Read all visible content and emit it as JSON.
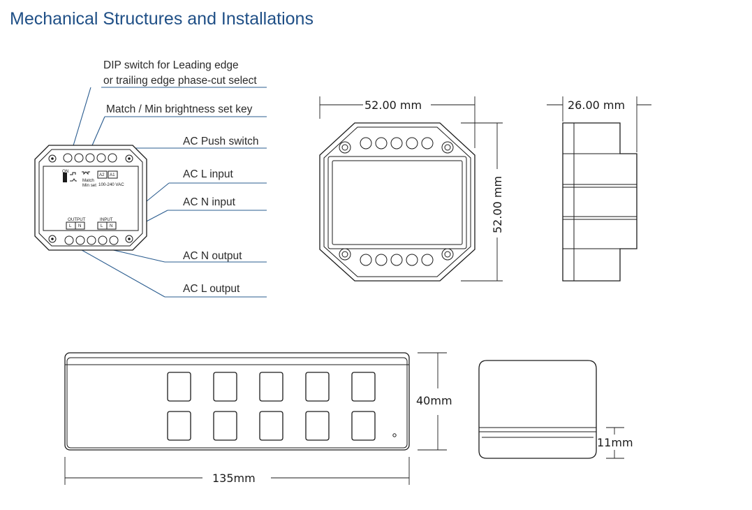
{
  "title": "Mechanical Structures and Installations",
  "callouts": {
    "dip_line1": "DIP switch for Leading edge",
    "dip_line2": "or trailing edge phase-cut select",
    "match_key": "Match / Min brightness set key",
    "push_switch": "AC Push switch",
    "l_input": "AC L input",
    "n_input": "AC N input",
    "n_output": "AC N output",
    "l_output": "AC L output"
  },
  "module_labels": {
    "dip_on": "ON",
    "match": "Match",
    "min_set": "Min set",
    "a2": "A2",
    "a1": "A1",
    "vac": "100-240 VAC",
    "output": "OUTPUT",
    "input": "INPUT",
    "out_l": "L",
    "out_n": "N",
    "in_l": "L",
    "in_n": "N"
  },
  "dimensions": {
    "module_width": "52.00 mm",
    "module_height": "52.00 mm",
    "module_depth": "26.00 mm",
    "panel_height": "40mm",
    "panel_length": "135mm",
    "panel_depth": "11mm"
  },
  "colors": {
    "title": "#1f4f86",
    "leader_lines": "#2a5c8f",
    "outline": "#1a1a1a"
  }
}
